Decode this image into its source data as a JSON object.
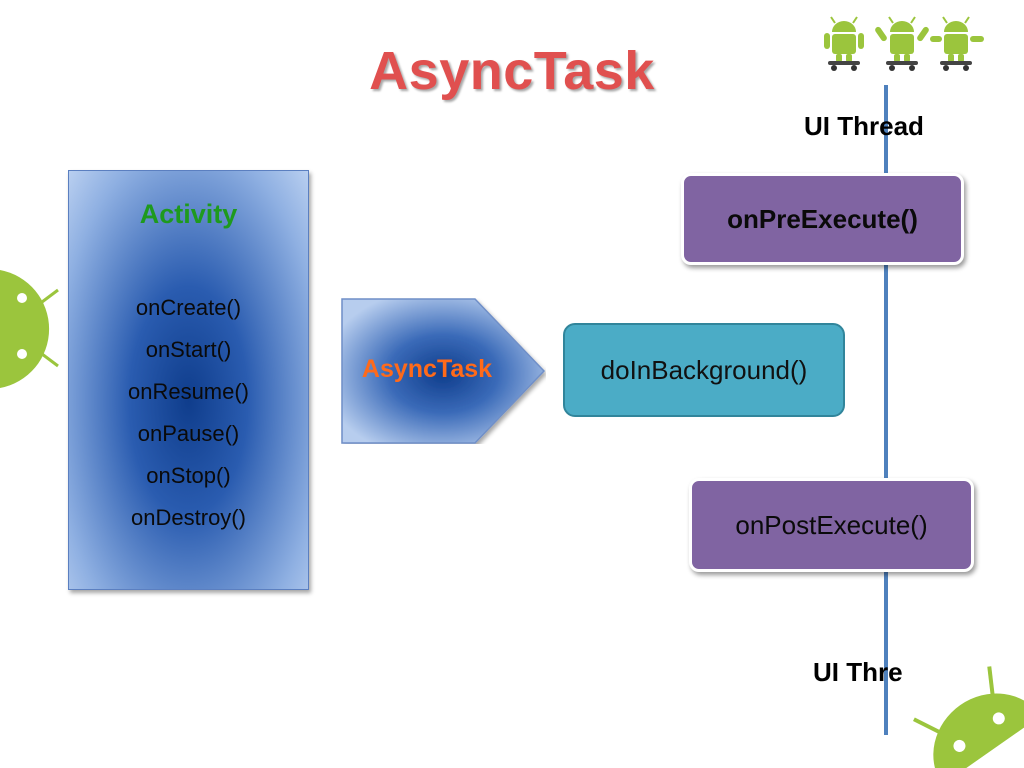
{
  "title": "AsyncTask",
  "activity": {
    "title": "Activity",
    "methods": [
      "onCreate()",
      "onStart()",
      "onResume()",
      "onPause()",
      "onStop()",
      "onDestroy()"
    ]
  },
  "asynctask_label": "AsyncTask",
  "background_method": "doInBackground()",
  "ui_thread": {
    "top_label": "UI Thread",
    "bottom_label": "UI Thre",
    "pre_execute": "onPreExecute()",
    "post_execute": "onPostExecute()"
  },
  "colors": {
    "title": "#e0504f",
    "activity_title": "#1e9a1e",
    "asynctask_label": "#ff6a1a",
    "background_box": "#4bacc6",
    "ui_box": "#8064a2",
    "thread_line": "#4f81bd",
    "android_green": "#9bc53d"
  },
  "icons": [
    "android-robot-icon",
    "android-skateboarder-icon"
  ]
}
